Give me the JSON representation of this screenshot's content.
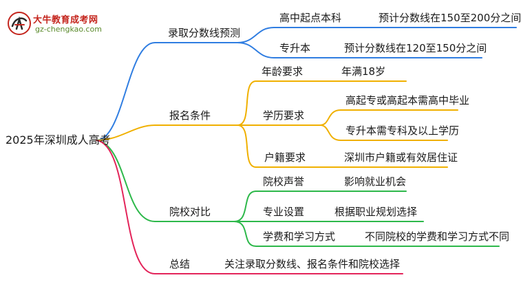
{
  "logo": {
    "title": "大牛教育成考网",
    "url": "gz-chengkao.com"
  },
  "root": "2025年深圳成人高考",
  "branches": {
    "b1": {
      "label": "录取分数线预测",
      "color": "#2f7de1",
      "c1": {
        "label": "高中起点本科",
        "v1": "预计分数线在150至200分之间"
      },
      "c2": {
        "label": "专升本",
        "v1": "预计分数线在120至150分之间"
      }
    },
    "b2": {
      "label": "报名条件",
      "color": "#f0b000",
      "c1": {
        "label": "年龄要求",
        "v1": "年满18岁"
      },
      "c2": {
        "label": "学历要求",
        "v1": "高起专或高起本需高中毕业",
        "v2": "专升本需专科及以上学历"
      },
      "c3": {
        "label": "户籍要求",
        "v1": "深圳市户籍或有效居住证"
      }
    },
    "b3": {
      "label": "院校对比",
      "color": "#2db84a",
      "c1": {
        "label": "院校声誉",
        "v1": "影响就业机会"
      },
      "c2": {
        "label": "专业设置",
        "v1": "根据职业规划选择"
      },
      "c3": {
        "label": "学费和学习方式",
        "v1": "不同院校的学费和学习方式不同"
      }
    },
    "b4": {
      "label": "总结",
      "color": "#e3245a",
      "v1": "关注录取分数线、报名条件和院校选择"
    }
  }
}
